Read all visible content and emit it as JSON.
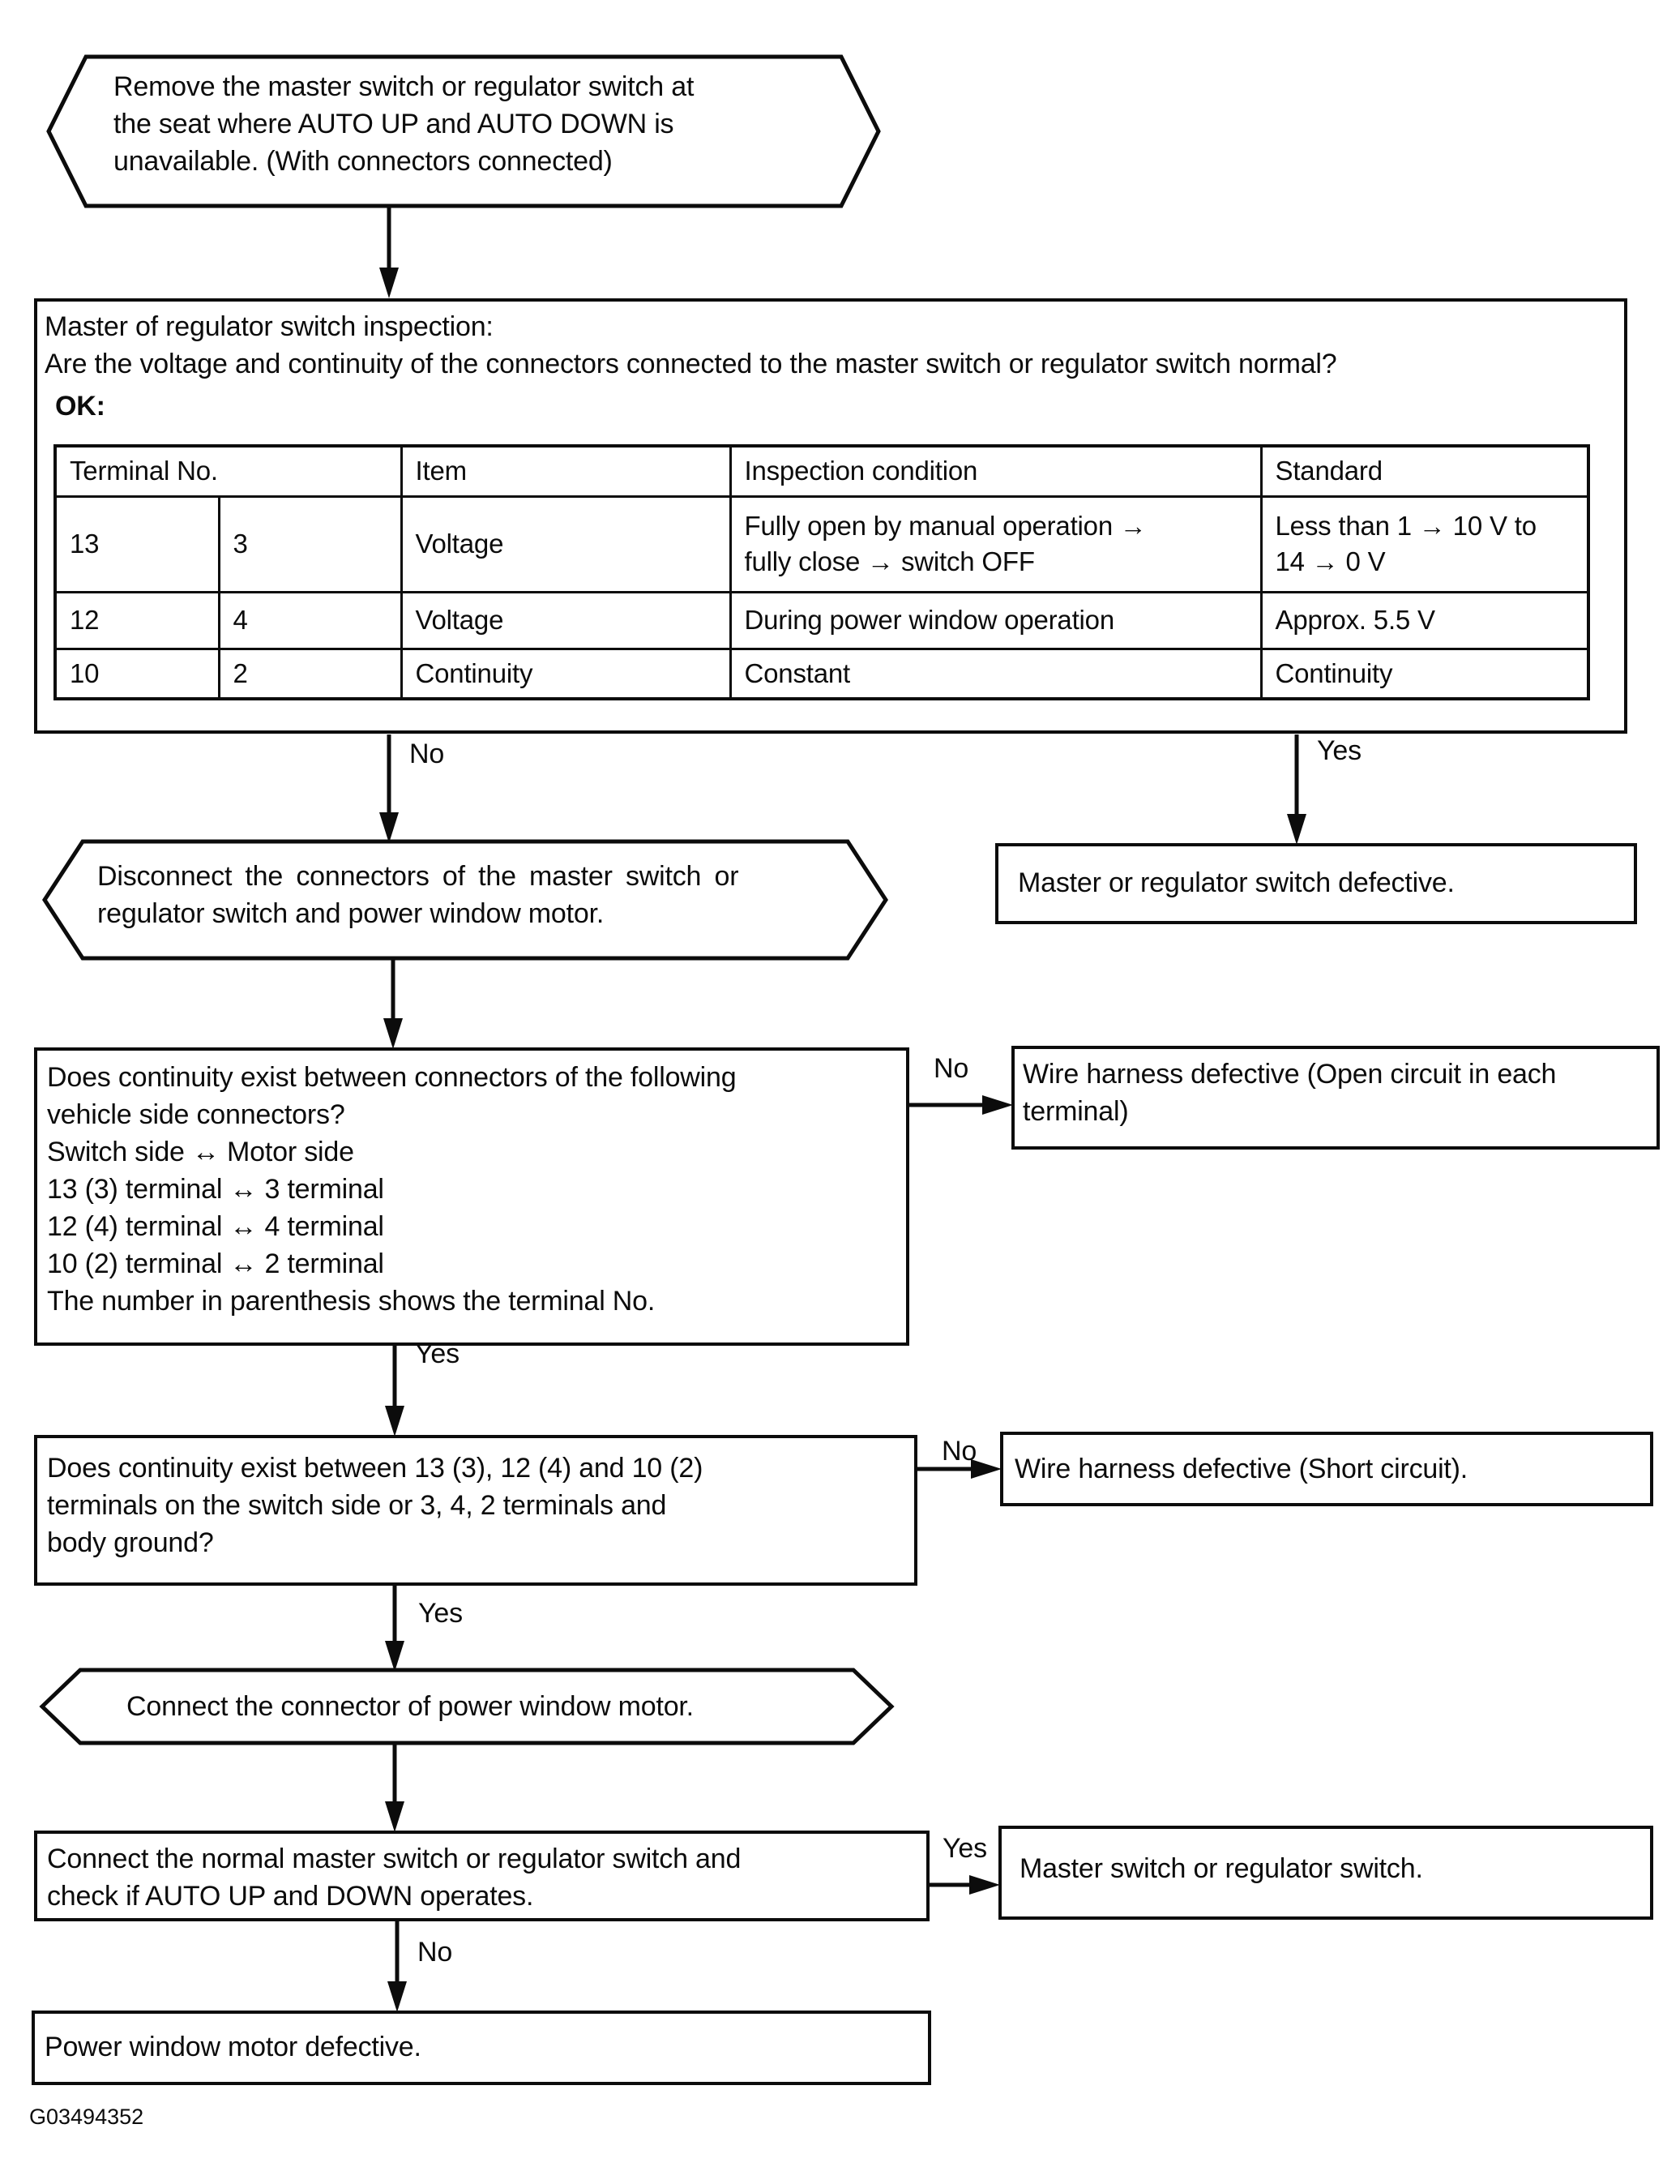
{
  "figure_id": "G03494352",
  "labels": {
    "yes": "Yes",
    "no": "No"
  },
  "nodes": {
    "start": {
      "lines": [
        "Remove the master switch or regulator switch at",
        "the seat where AUTO UP and AUTO DOWN is",
        "unavailable. (With connectors connected)"
      ]
    },
    "inspection": {
      "line1": "Master of regulator switch inspection:",
      "line2": "Are the voltage and continuity of the connectors connected to the master switch or regulator switch normal?",
      "ok": "OK:",
      "table": {
        "col_headers": [
          "Terminal No.",
          "Item",
          "Inspection condition",
          "Standard"
        ],
        "rows": [
          {
            "t1": "13",
            "t2": "3",
            "item": "Voltage",
            "condition": [
              "Fully open by manual operation →",
              "fully close → switch OFF"
            ],
            "standard": [
              "Less than 1 → 10 V to",
              "14 → 0 V"
            ]
          },
          {
            "t1": "12",
            "t2": "4",
            "item": "Voltage",
            "condition": [
              "During power window operation"
            ],
            "standard": [
              "Approx. 5.5 V"
            ]
          },
          {
            "t1": "10",
            "t2": "2",
            "item": "Continuity",
            "condition": [
              "Constant"
            ],
            "standard": [
              "Continuity"
            ]
          }
        ]
      }
    },
    "switch_defective": {
      "text": "Master or regulator switch defective."
    },
    "disconnect": {
      "lines": [
        "Disconnect the connectors of the master switch or",
        "regulator switch and power window motor."
      ]
    },
    "continuity_q1": {
      "lines": [
        "Does continuity exist between connectors of the following",
        "vehicle side connectors?",
        "Switch side ↔ Motor side",
        "13 (3) terminal ↔ 3 terminal",
        "12 (4) terminal ↔ 4 terminal",
        "10 (2) terminal ↔ 2 terminal",
        "The number in parenthesis shows the terminal No."
      ]
    },
    "open_circuit": {
      "lines": [
        "Wire harness defective (Open circuit in each",
        "terminal)"
      ]
    },
    "continuity_q2": {
      "lines": [
        "Does continuity exist between 13 (3), 12 (4) and 10 (2)",
        "terminals on the switch side or 3, 4, 2 terminals and",
        "body ground?"
      ]
    },
    "short_circuit": {
      "text": "Wire harness defective (Short circuit)."
    },
    "connect_motor": {
      "text": "Connect the connector of power window motor."
    },
    "connect_normal": {
      "lines": [
        "Connect the normal master switch or regulator switch and",
        "check if AUTO UP and DOWN operates."
      ]
    },
    "master_switch": {
      "text": "Master switch or regulator switch."
    },
    "motor_defective": {
      "text": "Power window motor defective."
    }
  }
}
